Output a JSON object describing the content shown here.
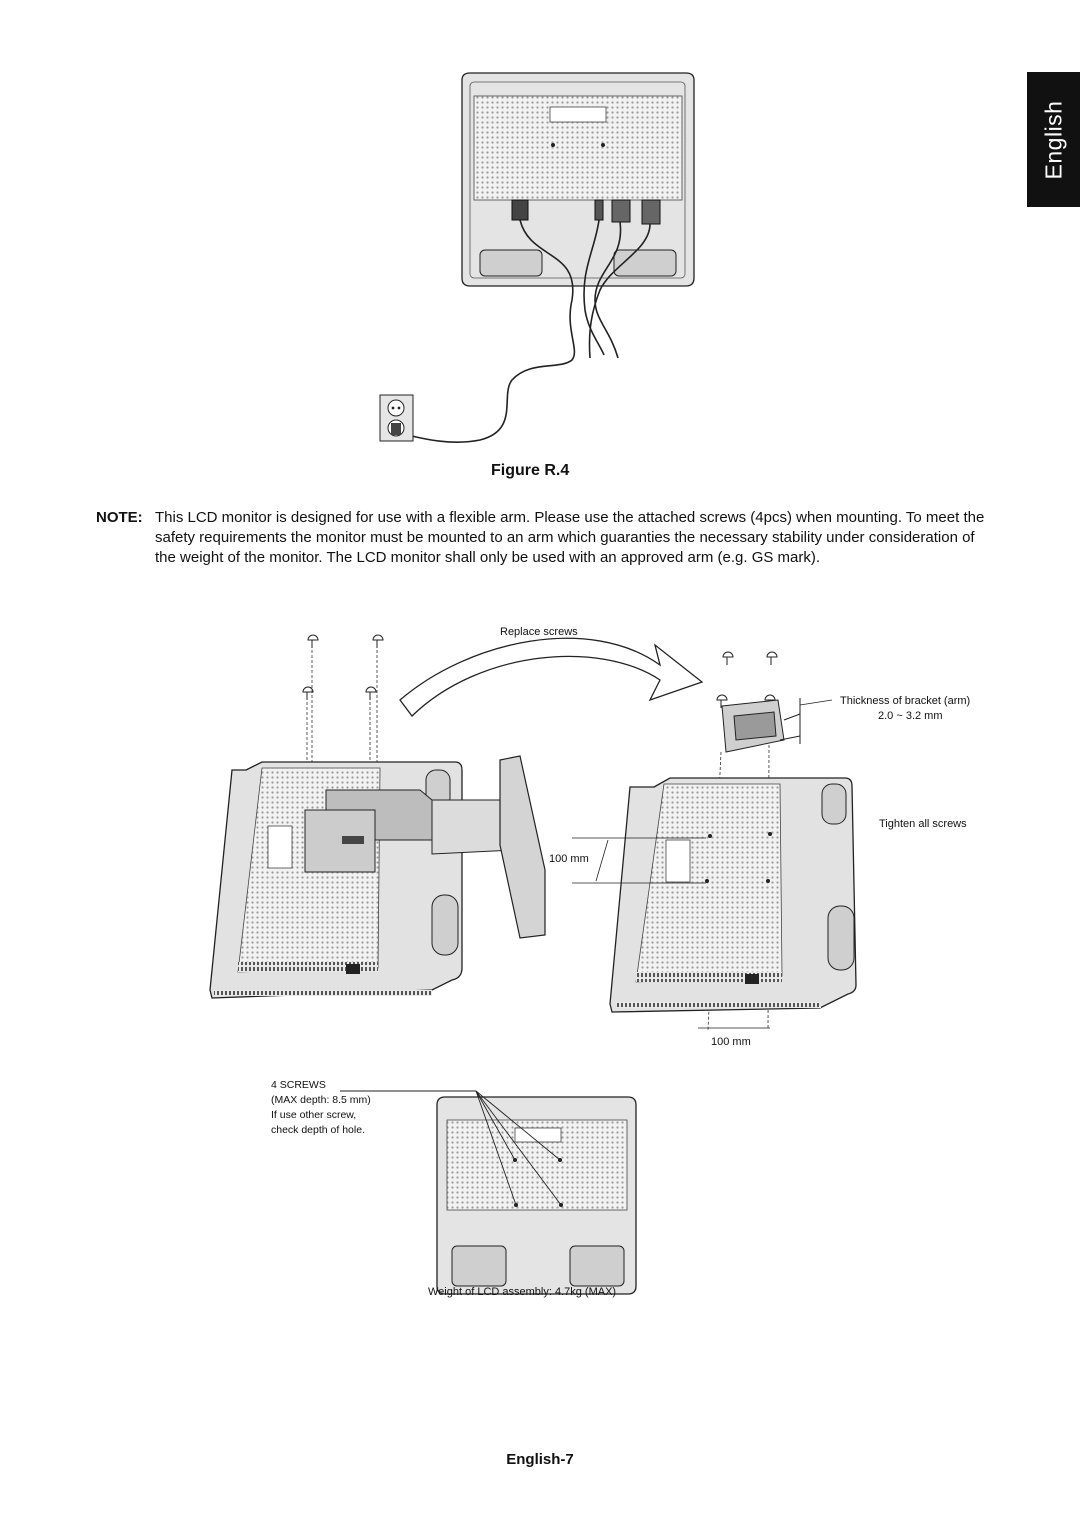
{
  "side_tab": {
    "label": "English"
  },
  "figure": {
    "caption": "Figure R.4"
  },
  "note": {
    "label": "NOTE:",
    "text": "This LCD monitor is designed for use with a flexible arm. Please use the attached screws (4pcs) when mounting. To meet the safety requirements the monitor must be mounted to an arm which guaranties the necessary stability under consideration of the weight of the monitor. The LCD monitor shall only be used with an approved arm (e.g. GS mark)."
  },
  "diagram_labels": {
    "replace_screws": "Replace screws",
    "thickness": "Thickness of bracket (arm)",
    "thickness_value": "2.0 ~ 3.2 mm",
    "tighten": "Tighten all screws",
    "dim_vertical": "100 mm",
    "dim_horizontal": "100 mm",
    "screws_title": "4 SCREWS",
    "screws_depth": "(MAX depth: 8.5 mm)",
    "screws_other": "If use other screw,",
    "screws_check": "check depth of hole.",
    "weight": "Weight of LCD assembly: 4.7kg (MAX)"
  },
  "footer": {
    "page_label": "English-7"
  }
}
